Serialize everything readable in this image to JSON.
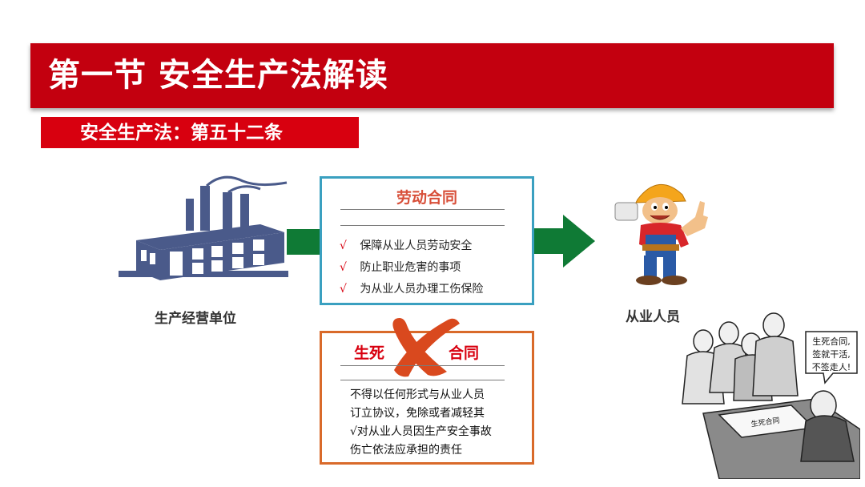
{
  "header": {
    "title": "第一节  安全生产法解读",
    "subtitle": "安全生产法：第五十二条"
  },
  "labor_contract": {
    "title": "劳动合同",
    "items": [
      {
        "mark": "√",
        "text": "保障从业人员劳动安全"
      },
      {
        "mark": "√",
        "text": "防止职业危害的事项"
      },
      {
        "mark": "√",
        "text": "为从业人员办理工伤保险"
      }
    ]
  },
  "death_contract": {
    "title_left": "生死",
    "title_right": "合同",
    "body_lines": [
      "不得以任何形式与从业人员",
      "订立协议，免除或者减轻其",
      "√对从业人员因生产安全事故",
      "伤亡依法应承担的责任"
    ]
  },
  "labels": {
    "employer": "生产经营单位",
    "employee": "从业人员"
  },
  "cartoon": {
    "speech_bubble": [
      "生死合同,",
      "签就干活,",
      "不签走人!"
    ],
    "document_title": "生死合同"
  },
  "colors": {
    "brand_red": "#c3000f",
    "arrow_green": "#0f7a35",
    "factory_blue": "#4a5a8a",
    "labor_border": "#3aa0c0",
    "death_border": "#d96a2a",
    "cross_mark": "#d9491e"
  },
  "icons": [
    "factory-icon",
    "worker-icon",
    "arrow-right-icon",
    "cross-mark-icon",
    "cartoon-illustration"
  ]
}
